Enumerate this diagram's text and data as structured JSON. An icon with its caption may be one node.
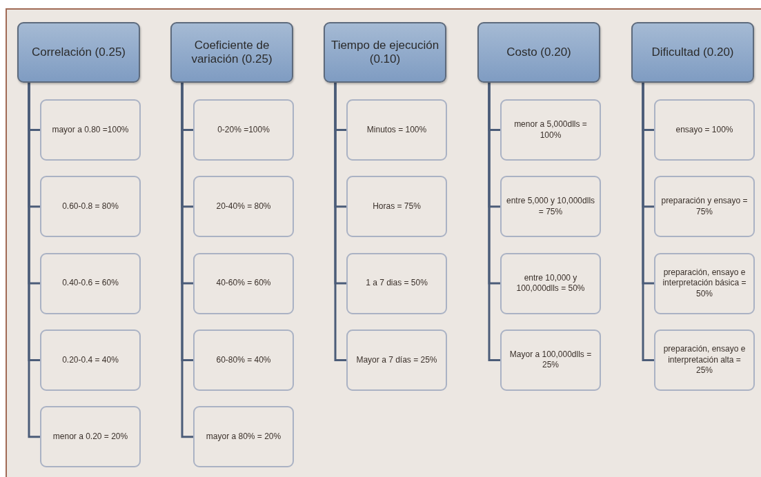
{
  "diagram": {
    "nodes": [
      {
        "text": [
          "Correlación (0.25)"
        ]
      },
      {
        "text": [
          "mayor a 0.80 =100%"
        ]
      },
      {
        "text": [
          "0.60-0.8 = 80%"
        ]
      },
      {
        "text": [
          "0.40-0.6 = 60%"
        ]
      },
      {
        "text": [
          "0.20-0.4 = 40%"
        ]
      },
      {
        "text": [
          "menor a 0.20 = 20%"
        ]
      },
      {
        "text": [
          "Coeficiente de variación (0.25)"
        ]
      },
      {
        "text": [
          "0-20% =100%"
        ]
      },
      {
        "text": [
          "20-40% = 80%"
        ]
      },
      {
        "text": [
          "40-60% = 60%"
        ]
      },
      {
        "text": [
          "60-80% = 40%"
        ]
      },
      {
        "text": [
          "mayor a 80% = 20%"
        ]
      },
      {
        "text": [
          "Tiempo de ejecución (0.10)"
        ]
      },
      {
        "text": [
          "Minutos = 100%"
        ]
      },
      {
        "text": [
          "Horas = 75%"
        ]
      },
      {
        "text": [
          "1 a 7 dias = 50%"
        ]
      },
      {
        "text": [
          "Mayor a 7 días = 25%"
        ]
      },
      {
        "text": [
          "Costo (0.20)"
        ]
      },
      {
        "text": [
          "menor a 5,000dlls = 100%"
        ]
      },
      {
        "text": [
          "entre 5,000 y 10,000dlls = 75%"
        ]
      },
      {
        "text": [
          "entre 10,000 y 100,000dlls = 50%"
        ]
      },
      {
        "text": [
          "Mayor a 100,000dlls = 25%"
        ]
      },
      {
        "text": [
          "Dificultad (0.20)"
        ]
      },
      {
        "text": [
          "ensayo = 100%"
        ]
      },
      {
        "text": [
          "preparación y ensayo = 75%"
        ]
      },
      {
        "text": [
          "preparación, ensayo e interpretación básica = 50%"
        ]
      },
      {
        "text": [
          "preparación, ensayo e interpretación alta = 25%"
        ]
      }
    ],
    "edges": [
      {
        "from": 0,
        "to": 1,
        "arrow": "none"
      },
      {
        "from": 0,
        "to": 2,
        "arrow": "none"
      },
      {
        "from": 0,
        "to": 3,
        "arrow": "none"
      },
      {
        "from": 0,
        "to": 4,
        "arrow": "none"
      },
      {
        "from": 0,
        "to": 5,
        "arrow": "none"
      },
      {
        "from": 6,
        "to": 7,
        "arrow": "none"
      },
      {
        "from": 6,
        "to": 8,
        "arrow": "none"
      },
      {
        "from": 6,
        "to": 9,
        "arrow": "none"
      },
      {
        "from": 6,
        "to": 10,
        "arrow": "none"
      },
      {
        "from": 6,
        "to": 11,
        "arrow": "none"
      },
      {
        "from": 12,
        "to": 13,
        "arrow": "none"
      },
      {
        "from": 12,
        "to": 14,
        "arrow": "none"
      },
      {
        "from": 12,
        "to": 15,
        "arrow": "none"
      },
      {
        "from": 12,
        "to": 16,
        "arrow": "none"
      },
      {
        "from": 17,
        "to": 18,
        "arrow": "none"
      },
      {
        "from": 17,
        "to": 19,
        "arrow": "none"
      },
      {
        "from": 17,
        "to": 20,
        "arrow": "none"
      },
      {
        "from": 17,
        "to": 21,
        "arrow": "none"
      },
      {
        "from": 22,
        "to": 23,
        "arrow": "none"
      },
      {
        "from": 22,
        "to": 24,
        "arrow": "none"
      },
      {
        "from": 22,
        "to": 25,
        "arrow": "none"
      },
      {
        "from": 22,
        "to": 26,
        "arrow": "none"
      }
    ]
  }
}
